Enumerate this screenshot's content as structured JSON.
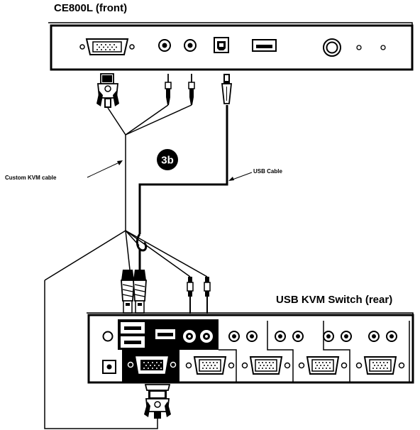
{
  "titles": {
    "front": "CE800L (front)",
    "rear": "USB KVM Switch (rear)"
  },
  "labels": {
    "custom_kvm_cable": "Custom KVM cable",
    "usb_cable": "USB Cable"
  },
  "badge": "3b",
  "colors": {
    "line": "#000000",
    "background": "#ffffff",
    "badge_text": "#ffffff"
  }
}
